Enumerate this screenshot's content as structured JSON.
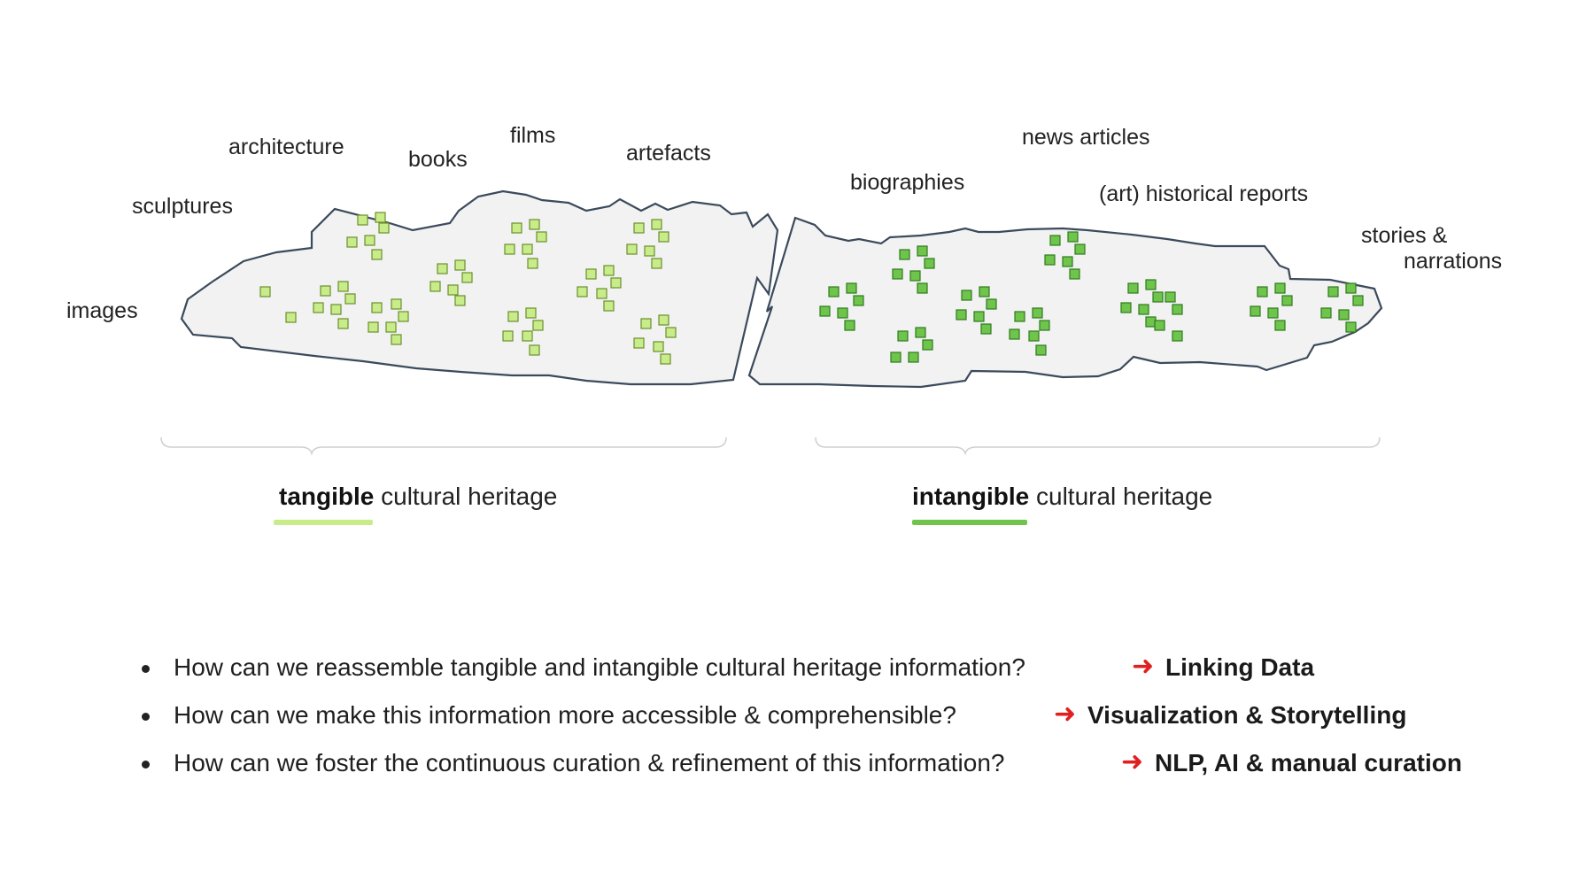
{
  "colors": {
    "tangible": "#c8ec8a",
    "tangible_stroke": "#6b8f2e",
    "intangible": "#6fc44c",
    "intangible_stroke": "#2f7a1f",
    "blob_fill": "#f2f2f2",
    "blob_stroke": "#3b4a5c",
    "arrow": "#e02020"
  },
  "left_labels": {
    "images": "images",
    "sculptures": "sculptures",
    "architecture": "architecture",
    "books": "books",
    "films": "films",
    "artefacts": "artefacts"
  },
  "right_labels": {
    "biographies": "biographies",
    "news_articles": "news articles",
    "historical_reports": "(art) historical reports",
    "stories_line1": "stories &",
    "stories_line2": "narrations"
  },
  "categories": {
    "tangible_bold": "tangible",
    "tangible_rest": " cultural heritage",
    "intangible_bold": "intangible",
    "intangible_rest": " cultural heritage"
  },
  "questions": [
    {
      "text": "How can we reassemble tangible and intangible cultural heritage information?",
      "answer": "Linking Data"
    },
    {
      "text": "How can we make this information more accessible & comprehensible?",
      "answer": "Visualization & Storytelling"
    },
    {
      "text": "How can we foster the continuous curation & refinement of this information?",
      "answer": "NLP, AI & manual curation"
    }
  ],
  "arrow_glyph": "➜"
}
